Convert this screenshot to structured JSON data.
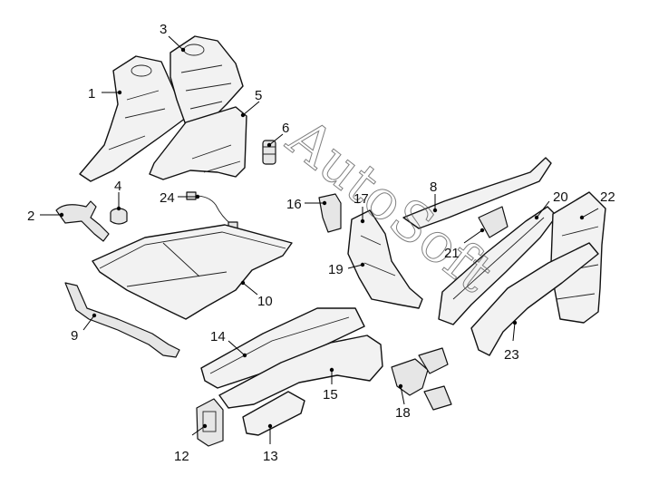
{
  "watermark": "AutoSoft",
  "callouts": [
    {
      "id": "1",
      "label": "1"
    },
    {
      "id": "2",
      "label": "2"
    },
    {
      "id": "3",
      "label": "3"
    },
    {
      "id": "4",
      "label": "4"
    },
    {
      "id": "5",
      "label": "5"
    },
    {
      "id": "6",
      "label": "6"
    },
    {
      "id": "8",
      "label": "8"
    },
    {
      "id": "9",
      "label": "9"
    },
    {
      "id": "10",
      "label": "10"
    },
    {
      "id": "12",
      "label": "12"
    },
    {
      "id": "13",
      "label": "13"
    },
    {
      "id": "14",
      "label": "14"
    },
    {
      "id": "15",
      "label": "15"
    },
    {
      "id": "16",
      "label": "16"
    },
    {
      "id": "17",
      "label": "17"
    },
    {
      "id": "18",
      "label": "18"
    },
    {
      "id": "19",
      "label": "19"
    },
    {
      "id": "20",
      "label": "20"
    },
    {
      "id": "21",
      "label": "21"
    },
    {
      "id": "22",
      "label": "22"
    },
    {
      "id": "23",
      "label": "23"
    },
    {
      "id": "24",
      "label": "24"
    }
  ]
}
